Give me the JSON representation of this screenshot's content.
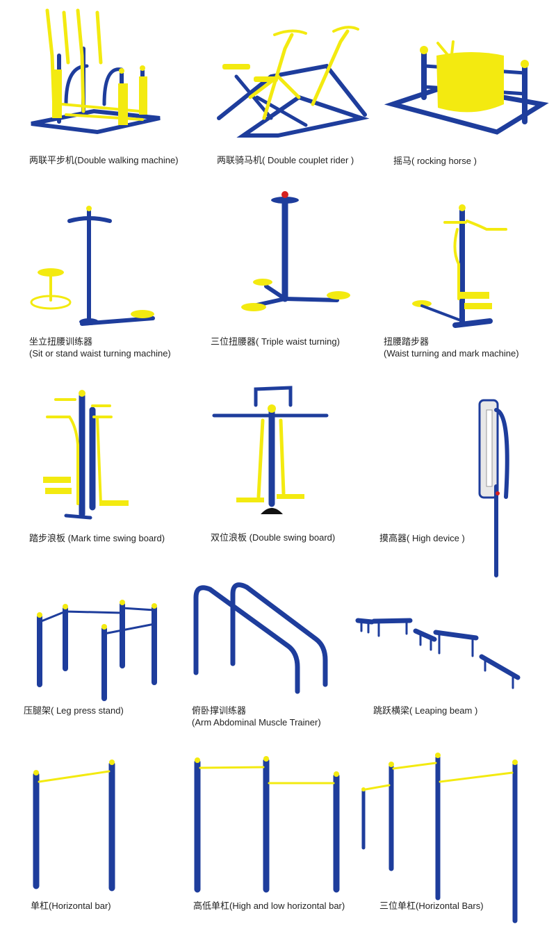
{
  "colors": {
    "frame_blue": "#1e3d9c",
    "part_yellow": "#f3ea10",
    "cap_red": "#d42020",
    "caption_text": "#222222"
  },
  "products": [
    {
      "cn": "两联平步机",
      "en": "(Double walking machine)"
    },
    {
      "cn": "两联骑马机",
      "en": "( Double couplet rider )"
    },
    {
      "cn": "摇马",
      "en": "( rocking horse )"
    },
    {
      "cn": "坐立扭腰训练器",
      "en": "(Sit or stand waist turning machine)"
    },
    {
      "cn": "三位扭腰器",
      "en": "( Triple waist turning)"
    },
    {
      "cn": "扭腰踏步器",
      "en": "(Waist turning and mark machine)"
    },
    {
      "cn": "踏步浪板",
      "en": "(Mark time swing board)"
    },
    {
      "cn": "双位浪板",
      "en": "(Double swing board)"
    },
    {
      "cn": "摸高器",
      "en": "( High device )"
    },
    {
      "cn": "压腿架",
      "en": "( Leg press stand)"
    },
    {
      "cn": "俯卧撑训练器",
      "en": "(Arm Abdominal Muscle Trainer)"
    },
    {
      "cn": "跳跃横梁",
      "en": "( Leaping beam )"
    },
    {
      "cn": "单杠",
      "en": "(Horizontal bar)"
    },
    {
      "cn": "高低单杠",
      "en": "(High and low horizontal bar)"
    },
    {
      "cn": "三位单杠",
      "en": "(Horizontal Bars)"
    }
  ]
}
